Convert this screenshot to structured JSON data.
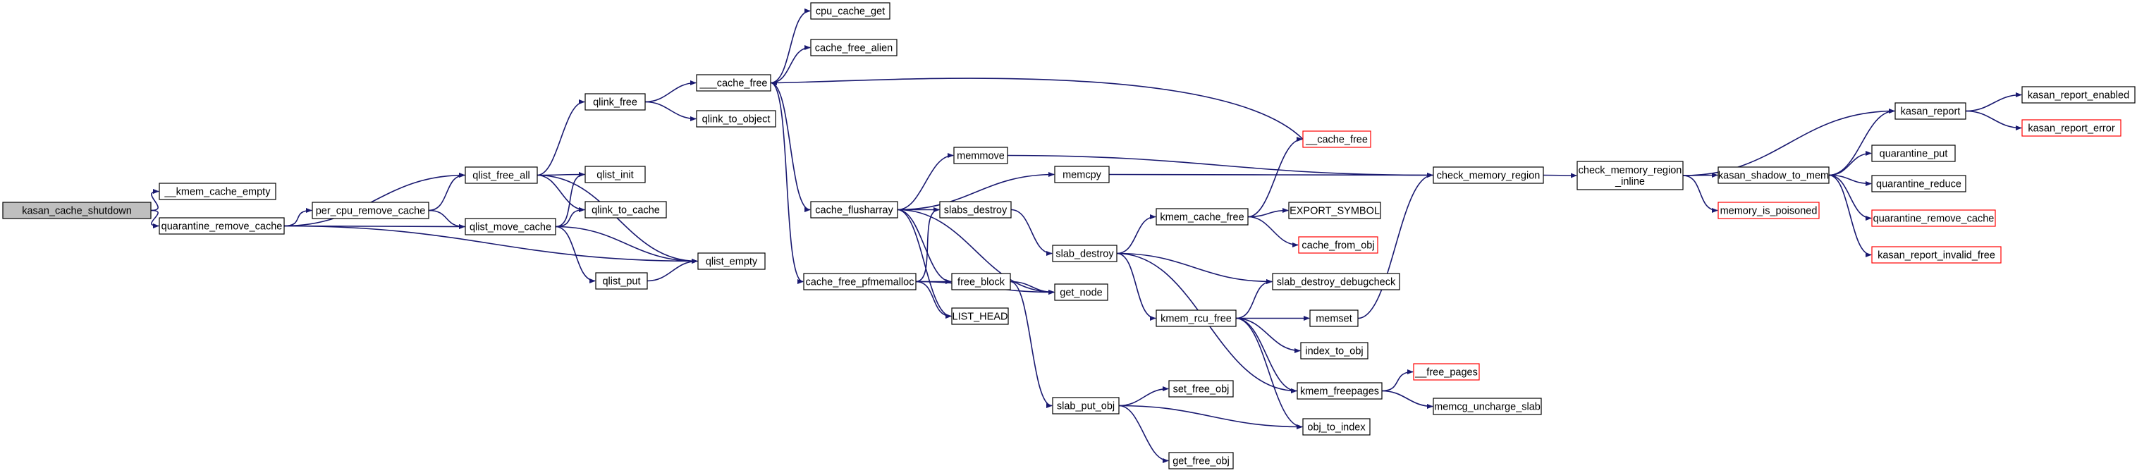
{
  "nodes": [
    {
      "id": "kasan_cache_shutdown",
      "lines": [
        "kasan_cache_shutdown"
      ],
      "style": "root"
    },
    {
      "id": "__kmem_cache_empty",
      "lines": [
        "__kmem_cache_empty"
      ],
      "style": "normal"
    },
    {
      "id": "quarantine_remove_cache",
      "lines": [
        "quarantine_remove_cache"
      ],
      "style": "normal"
    },
    {
      "id": "per_cpu_remove_cache",
      "lines": [
        "per_cpu_remove_cache"
      ],
      "style": "normal"
    },
    {
      "id": "qlist_free_all",
      "lines": [
        "qlist_free_all"
      ],
      "style": "normal"
    },
    {
      "id": "qlist_move_cache",
      "lines": [
        "qlist_move_cache"
      ],
      "style": "normal"
    },
    {
      "id": "qlink_free",
      "lines": [
        "qlink_free"
      ],
      "style": "normal"
    },
    {
      "id": "qlist_init",
      "lines": [
        "qlist_init"
      ],
      "style": "normal"
    },
    {
      "id": "qlink_to_cache",
      "lines": [
        "qlink_to_cache"
      ],
      "style": "normal"
    },
    {
      "id": "qlist_put",
      "lines": [
        "qlist_put"
      ],
      "style": "normal"
    },
    {
      "id": "qlist_empty",
      "lines": [
        "qlist_empty"
      ],
      "style": "normal"
    },
    {
      "id": "___cache_free",
      "lines": [
        "___cache_free"
      ],
      "style": "normal"
    },
    {
      "id": "qlink_to_object",
      "lines": [
        "qlink_to_object"
      ],
      "style": "normal"
    },
    {
      "id": "cpu_cache_get",
      "lines": [
        "cpu_cache_get"
      ],
      "style": "normal"
    },
    {
      "id": "cache_free_alien",
      "lines": [
        "cache_free_alien"
      ],
      "style": "normal"
    },
    {
      "id": "cache_flusharray",
      "lines": [
        "cache_flusharray"
      ],
      "style": "normal"
    },
    {
      "id": "cache_free_pfmemalloc",
      "lines": [
        "cache_free_pfmemalloc"
      ],
      "style": "normal"
    },
    {
      "id": "memmove",
      "lines": [
        "memmove"
      ],
      "style": "normal"
    },
    {
      "id": "memcpy",
      "lines": [
        "memcpy"
      ],
      "style": "normal"
    },
    {
      "id": "slabs_destroy",
      "lines": [
        "slabs_destroy"
      ],
      "style": "normal"
    },
    {
      "id": "free_block",
      "lines": [
        "free_block"
      ],
      "style": "normal"
    },
    {
      "id": "LIST_HEAD",
      "lines": [
        "LIST_HEAD"
      ],
      "style": "normal"
    },
    {
      "id": "get_node",
      "lines": [
        "get_node"
      ],
      "style": "normal"
    },
    {
      "id": "slab_destroy",
      "lines": [
        "slab_destroy"
      ],
      "style": "normal"
    },
    {
      "id": "slab_put_obj",
      "lines": [
        "slab_put_obj"
      ],
      "style": "normal"
    },
    {
      "id": "set_free_obj",
      "lines": [
        "set_free_obj"
      ],
      "style": "normal"
    },
    {
      "id": "get_free_obj",
      "lines": [
        "get_free_obj"
      ],
      "style": "normal"
    },
    {
      "id": "__cache_free",
      "lines": [
        "__cache_free"
      ],
      "style": "red"
    },
    {
      "id": "kmem_cache_free",
      "lines": [
        "kmem_cache_free"
      ],
      "style": "normal"
    },
    {
      "id": "EXPORT_SYMBOL",
      "lines": [
        "EXPORT_SYMBOL"
      ],
      "style": "normal"
    },
    {
      "id": "cache_from_obj",
      "lines": [
        "cache_from_obj"
      ],
      "style": "red"
    },
    {
      "id": "slab_destroy_debugcheck",
      "lines": [
        "slab_destroy_debugcheck"
      ],
      "style": "normal"
    },
    {
      "id": "kmem_rcu_free",
      "lines": [
        "kmem_rcu_free"
      ],
      "style": "normal"
    },
    {
      "id": "memset",
      "lines": [
        "memset"
      ],
      "style": "normal"
    },
    {
      "id": "index_to_obj",
      "lines": [
        "index_to_obj"
      ],
      "style": "normal"
    },
    {
      "id": "kmem_freepages",
      "lines": [
        "kmem_freepages"
      ],
      "style": "normal"
    },
    {
      "id": "obj_to_index",
      "lines": [
        "obj_to_index"
      ],
      "style": "normal"
    },
    {
      "id": "__free_pages",
      "lines": [
        "__free_pages"
      ],
      "style": "red"
    },
    {
      "id": "memcg_uncharge_slab",
      "lines": [
        "memcg_uncharge_slab"
      ],
      "style": "normal"
    },
    {
      "id": "check_memory_region",
      "lines": [
        "check_memory_region"
      ],
      "style": "normal"
    },
    {
      "id": "check_memory_region_inline",
      "lines": [
        "check_memory_region",
        "_inline"
      ],
      "style": "normal"
    },
    {
      "id": "kasan_shadow_to_mem",
      "lines": [
        "kasan_shadow_to_mem"
      ],
      "style": "normal"
    },
    {
      "id": "memory_is_poisoned",
      "lines": [
        "memory_is_poisoned"
      ],
      "style": "red"
    },
    {
      "id": "kasan_report",
      "lines": [
        "kasan_report"
      ],
      "style": "normal"
    },
    {
      "id": "quarantine_put",
      "lines": [
        "quarantine_put"
      ],
      "style": "normal"
    },
    {
      "id": "quarantine_reduce",
      "lines": [
        "quarantine_reduce"
      ],
      "style": "normal"
    },
    {
      "id": "quarantine_remove_cache_2",
      "lines": [
        "quarantine_remove_cache"
      ],
      "style": "red"
    },
    {
      "id": "kasan_report_invalid_free",
      "lines": [
        "kasan_report_invalid_free"
      ],
      "style": "red"
    },
    {
      "id": "kasan_report_enabled",
      "lines": [
        "kasan_report_enabled"
      ],
      "style": "normal"
    },
    {
      "id": "kasan_report_error",
      "lines": [
        "kasan_report_error"
      ],
      "style": "red"
    }
  ],
  "edges": [
    [
      "kasan_cache_shutdown",
      "__kmem_cache_empty"
    ],
    [
      "kasan_cache_shutdown",
      "quarantine_remove_cache"
    ],
    [
      "quarantine_remove_cache",
      "per_cpu_remove_cache"
    ],
    [
      "quarantine_remove_cache",
      "qlist_free_all"
    ],
    [
      "quarantine_remove_cache",
      "qlist_move_cache"
    ],
    [
      "quarantine_remove_cache",
      "qlist_empty"
    ],
    [
      "per_cpu_remove_cache",
      "qlist_free_all"
    ],
    [
      "per_cpu_remove_cache",
      "qlist_move_cache"
    ],
    [
      "qlist_free_all",
      "qlink_free"
    ],
    [
      "qlist_free_all",
      "qlist_init"
    ],
    [
      "qlist_free_all",
      "qlink_to_cache"
    ],
    [
      "qlist_free_all",
      "qlist_empty"
    ],
    [
      "qlist_move_cache",
      "qlist_init"
    ],
    [
      "qlist_move_cache",
      "qlink_to_cache"
    ],
    [
      "qlist_move_cache",
      "qlist_put"
    ],
    [
      "qlist_move_cache",
      "qlist_empty"
    ],
    [
      "qlist_put",
      "qlist_empty"
    ],
    [
      "qlink_free",
      "___cache_free"
    ],
    [
      "qlink_free",
      "qlink_to_object"
    ],
    [
      "___cache_free",
      "cpu_cache_get"
    ],
    [
      "___cache_free",
      "cache_free_alien"
    ],
    [
      "___cache_free",
      "cache_flusharray"
    ],
    [
      "___cache_free",
      "cache_free_pfmemalloc"
    ],
    [
      "cache_flusharray",
      "memmove"
    ],
    [
      "cache_flusharray",
      "memcpy"
    ],
    [
      "cache_flusharray",
      "slabs_destroy"
    ],
    [
      "cache_flusharray",
      "free_block"
    ],
    [
      "cache_flusharray",
      "LIST_HEAD"
    ],
    [
      "cache_flusharray",
      "get_node"
    ],
    [
      "cache_free_pfmemalloc",
      "slabs_destroy"
    ],
    [
      "cache_free_pfmemalloc",
      "free_block"
    ],
    [
      "cache_free_pfmemalloc",
      "LIST_HEAD"
    ],
    [
      "cache_free_pfmemalloc",
      "get_node"
    ],
    [
      "free_block",
      "get_node"
    ],
    [
      "free_block",
      "slab_put_obj"
    ],
    [
      "slabs_destroy",
      "slab_destroy"
    ],
    [
      "slab_destroy",
      "kmem_cache_free"
    ],
    [
      "slab_destroy",
      "slab_destroy_debugcheck"
    ],
    [
      "slab_destroy",
      "kmem_rcu_free"
    ],
    [
      "slab_destroy",
      "kmem_freepages"
    ],
    [
      "slab_put_obj",
      "set_free_obj"
    ],
    [
      "slab_put_obj",
      "obj_to_index"
    ],
    [
      "slab_put_obj",
      "get_free_obj"
    ],
    [
      "kmem_cache_free",
      "__cache_free"
    ],
    [
      "kmem_cache_free",
      "EXPORT_SYMBOL"
    ],
    [
      "kmem_cache_free",
      "cache_from_obj"
    ],
    [
      "__cache_free",
      "___cache_free"
    ],
    [
      "kmem_rcu_free",
      "slab_destroy_debugcheck"
    ],
    [
      "kmem_rcu_free",
      "memset"
    ],
    [
      "kmem_rcu_free",
      "index_to_obj"
    ],
    [
      "kmem_rcu_free",
      "kmem_freepages"
    ],
    [
      "kmem_rcu_free",
      "obj_to_index"
    ],
    [
      "kmem_freepages",
      "__free_pages"
    ],
    [
      "kmem_freepages",
      "memcg_uncharge_slab"
    ],
    [
      "memmove",
      "check_memory_region"
    ],
    [
      "memcpy",
      "check_memory_region"
    ],
    [
      "memset",
      "check_memory_region"
    ],
    [
      "check_memory_region",
      "check_memory_region_inline"
    ],
    [
      "check_memory_region_inline",
      "kasan_report"
    ],
    [
      "check_memory_region_inline",
      "kasan_shadow_to_mem"
    ],
    [
      "check_memory_region_inline",
      "memory_is_poisoned"
    ],
    [
      "kasan_shadow_to_mem",
      "kasan_report"
    ],
    [
      "kasan_shadow_to_mem",
      "quarantine_put"
    ],
    [
      "kasan_shadow_to_mem",
      "quarantine_reduce"
    ],
    [
      "kasan_shadow_to_mem",
      "quarantine_remove_cache_2"
    ],
    [
      "kasan_shadow_to_mem",
      "kasan_report_invalid_free"
    ],
    [
      "kasan_report",
      "kasan_report_enabled"
    ],
    [
      "kasan_report",
      "kasan_report_error"
    ]
  ]
}
